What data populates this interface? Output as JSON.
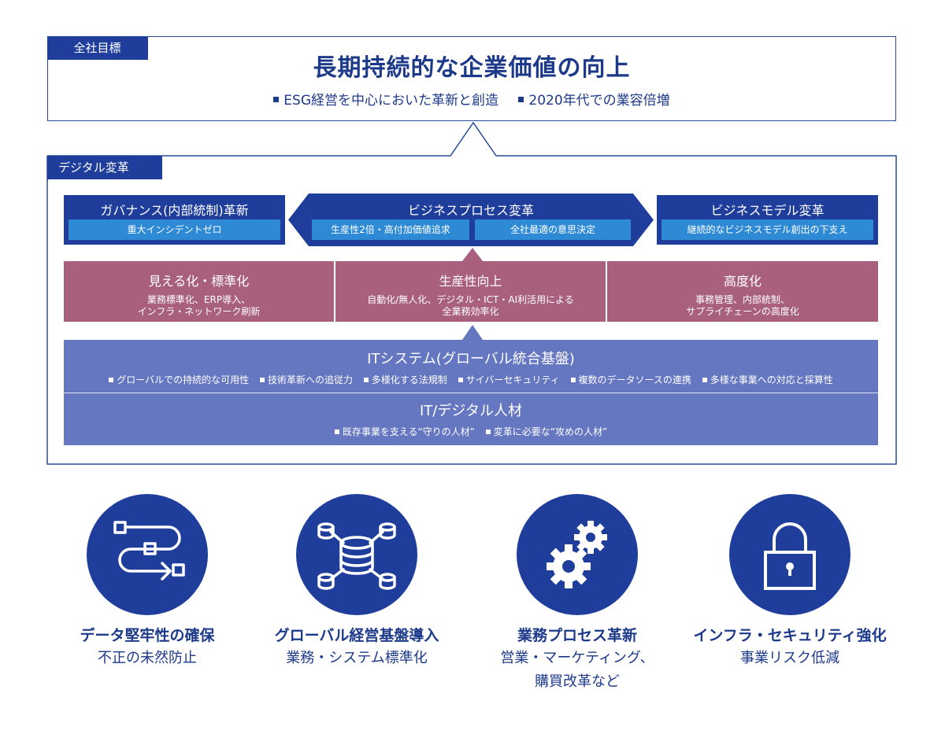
{
  "goal": {
    "tag": "全社目標",
    "title": "長期持続的な企業価値の向上",
    "bullets": [
      "ESG経営を中心においた革新と創造",
      "2020年代での業容倍増"
    ]
  },
  "digital": {
    "tag": "デジタル変革",
    "governance": {
      "title": "ガバナンス(内部統制)革新",
      "sub": "重大インシデントゼロ"
    },
    "process": {
      "title": "ビジネスプロセス変革",
      "subs": [
        "生産性2倍・高付加価値追求",
        "全社最適の意思決定"
      ]
    },
    "model": {
      "title": "ビジネスモデル変革",
      "sub": "継続的なビジネスモデル創出の下支え"
    },
    "pillars": [
      {
        "title": "見える化・標準化",
        "lines": [
          "業務標準化、ERP導入、",
          "インフラ・ネットワーク刷新"
        ]
      },
      {
        "title": "生産性向上",
        "lines": [
          "自動化/無人化、デジタル・ICT・AI利活用による",
          "全業務効率化"
        ]
      },
      {
        "title": "高度化",
        "lines": [
          "事務管理、内部統制、",
          "サプライチェーンの高度化"
        ]
      }
    ],
    "it_system": {
      "title": "ITシステム(グローバル統合基盤)",
      "bullets": [
        "グローバルでの持続的な可用性",
        "技術革新への追従力",
        "多様化する法規制",
        "サイバーセキュリティ",
        "複数のデータソースの連携",
        "多様な事業への対応と採算性"
      ]
    },
    "it_people": {
      "title": "IT/デジタル人材",
      "bullets": [
        "既存事業を支える“守りの人材”",
        "変革に必要な“攻めの人材”"
      ]
    }
  },
  "features": [
    {
      "icon": "flow-icon",
      "title": "データ堅牢性の確保",
      "sub": [
        "不正の未然防止"
      ]
    },
    {
      "icon": "database-icon",
      "title": "グローバル経営基盤導入",
      "sub": [
        "業務・システム標準化"
      ]
    },
    {
      "icon": "gears-icon",
      "title": "業務プロセス革新",
      "sub": [
        "営業・マーケティング、",
        "購買改革など"
      ]
    },
    {
      "icon": "lock-icon",
      "title": "インフラ・セキュリティ強化",
      "sub": [
        "事業リスク低減"
      ]
    }
  ],
  "colors": {
    "navy": "#1f3e9c",
    "cyan": "#2f8ad6",
    "pink": "#a8607e",
    "it": "#6677c2"
  }
}
